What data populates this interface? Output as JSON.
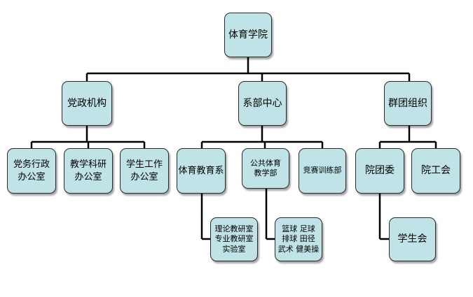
{
  "diagram": {
    "root": "体育学院",
    "level1": {
      "party": "党政机构",
      "dept": "系部中心",
      "mass": "群团组织"
    },
    "party_children": [
      "党务行政\n办公室",
      "教学科研\n办公室",
      "学生工作\n办公室"
    ],
    "dept_children": [
      "体育教育系",
      "公共体育\n教学部",
      "竞赛训练部"
    ],
    "mass_children": [
      "院团委",
      "院工会"
    ],
    "sub": {
      "pe_sub": "理论教研室\n专业教研室\n实验室",
      "public_sub": "篮球 足球\n排球 田径\n武术 健美操",
      "youth_sub": "学生会"
    }
  }
}
